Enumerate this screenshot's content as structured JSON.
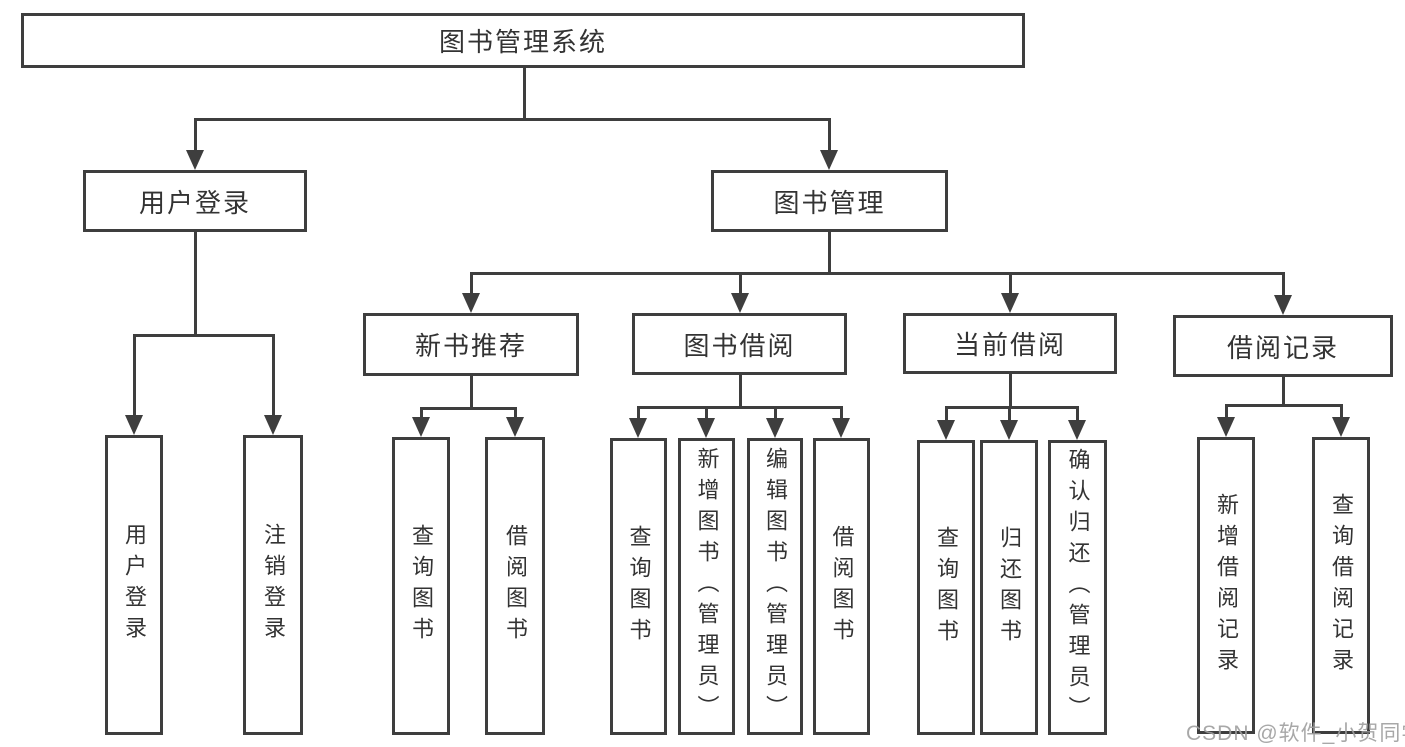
{
  "diagram": {
    "type": "org-tree",
    "title": "图书管理系统",
    "watermark": "CSDN @软件_小贺同学",
    "colors": {
      "line": "#3e3e3e",
      "text": "#333333",
      "background": "#ffffff",
      "watermark": "#9e9e9e"
    },
    "nodes": {
      "root": {
        "label": "图书管理系统"
      },
      "user_login": {
        "label": "用户登录"
      },
      "book_mgmt": {
        "label": "图书管理"
      },
      "new_book_rec": {
        "label": "新书推荐"
      },
      "book_borrow": {
        "label": "图书借阅"
      },
      "current_borrow": {
        "label": "当前借阅"
      },
      "borrow_records": {
        "label": "借阅记录"
      },
      "leaf_user_login": {
        "label": "用户登录"
      },
      "leaf_logout": {
        "label": "注销登录"
      },
      "leaf_query_book_rec": {
        "label": "查询图书"
      },
      "leaf_borrow_book_rec": {
        "label": "借阅图书"
      },
      "leaf_query_book_borrow": {
        "label": "查询图书"
      },
      "leaf_add_book_admin": {
        "label": "新增图书（管理员）"
      },
      "leaf_edit_book_admin": {
        "label": "编辑图书（管理员）"
      },
      "leaf_borrow_book": {
        "label": "借阅图书"
      },
      "leaf_query_book_current": {
        "label": "查询图书"
      },
      "leaf_return_book": {
        "label": "归还图书"
      },
      "leaf_confirm_return_admin": {
        "label": "确认归还（管理员）"
      },
      "leaf_add_borrow_record": {
        "label": "新增借阅记录"
      },
      "leaf_query_borrow_record": {
        "label": "查询借阅记录"
      }
    },
    "hierarchy": {
      "图书管理系统": {
        "用户登录": [
          "用户登录",
          "注销登录"
        ],
        "图书管理": {
          "新书推荐": [
            "查询图书",
            "借阅图书"
          ],
          "图书借阅": [
            "查询图书",
            "新增图书（管理员）",
            "编辑图书（管理员）",
            "借阅图书"
          ],
          "当前借阅": [
            "查询图书",
            "归还图书",
            "确认归还（管理员）"
          ],
          "借阅记录": [
            "新增借阅记录",
            "查询借阅记录"
          ]
        }
      }
    }
  }
}
